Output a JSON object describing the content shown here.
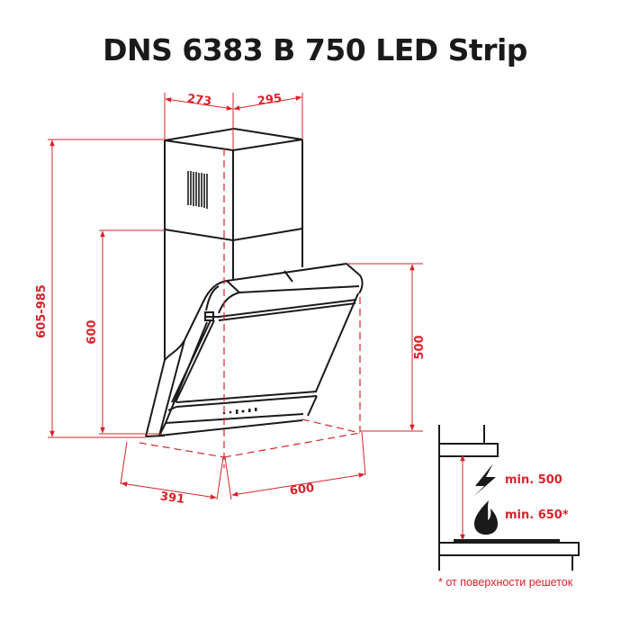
{
  "title": "DNS 6383 B 750 LED Strip",
  "colors": {
    "dimension": "#d8232a",
    "outline": "#1a1a1a",
    "background": "#ffffff"
  },
  "dimensions": {
    "chimney_depth": "273",
    "chimney_width": "295",
    "total_height": "605-985",
    "body_height": "600",
    "front_height": "500",
    "depth": "391",
    "width": "600"
  },
  "installation": {
    "electric_min": "min. 500",
    "gas_min": "min. 650*",
    "electric_icon": "lightning-icon",
    "gas_icon": "flame-icon",
    "footnote": "* от поверхности решеток"
  }
}
